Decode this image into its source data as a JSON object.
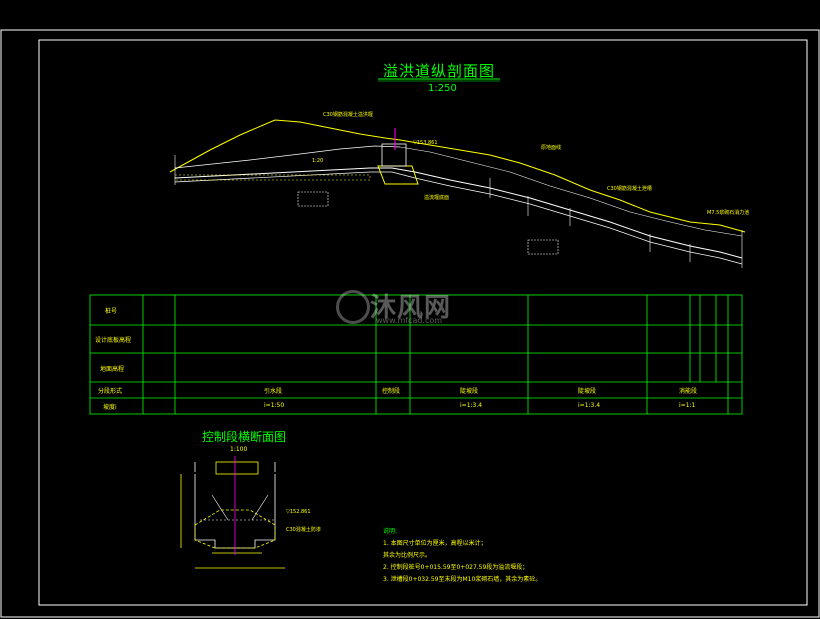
{
  "drawing": {
    "title": "溢洪道纵剖面图",
    "scale": "1:250",
    "section_title": "控制段横断面图",
    "section_scale": "1:100"
  },
  "annotations": {
    "top_left": "C30钢筋混凝土溢洪堰",
    "elev_top": "▽153.861",
    "slope_1": "1:20",
    "right_line": "原地面线",
    "right_mid": "C30钢筋混凝土泄槽",
    "right_end": "M7.5浆砌石消力池",
    "below_mid": "溢流堰底面",
    "sec_elev": "▽152.861",
    "sec_label": "C30混凝土防渗"
  },
  "table": {
    "rows": [
      "桩号",
      "设计底板高程",
      "地面高程",
      "分段形式",
      "坡度i"
    ],
    "segments": [
      "引水段",
      "控制段",
      "陡坡段",
      "陡坡段",
      "消能段"
    ],
    "slopes": [
      "i=1:50",
      "i=1:3.4",
      "i=1:3.4",
      "i=1:1"
    ]
  },
  "notes": {
    "title": "说明:",
    "lines": [
      "1. 本图尺寸单位为厘米，高程以米计；",
      "   其余为比例尺示。",
      "2. 控制段桩号0+015.59至0+027.59段为溢流堰段；",
      "3. 泄槽段0+032.59至末段为M10浆砌石墙，其余为素砼。"
    ]
  },
  "watermark": {
    "brand": "沐风网",
    "url": "www.mfcad.com"
  },
  "colors": {
    "background": "#000000",
    "frame": "#ffffff",
    "table": "#00ff00",
    "text": "#ffff00",
    "ground": "#ffff00",
    "structure": "#ffffff"
  }
}
